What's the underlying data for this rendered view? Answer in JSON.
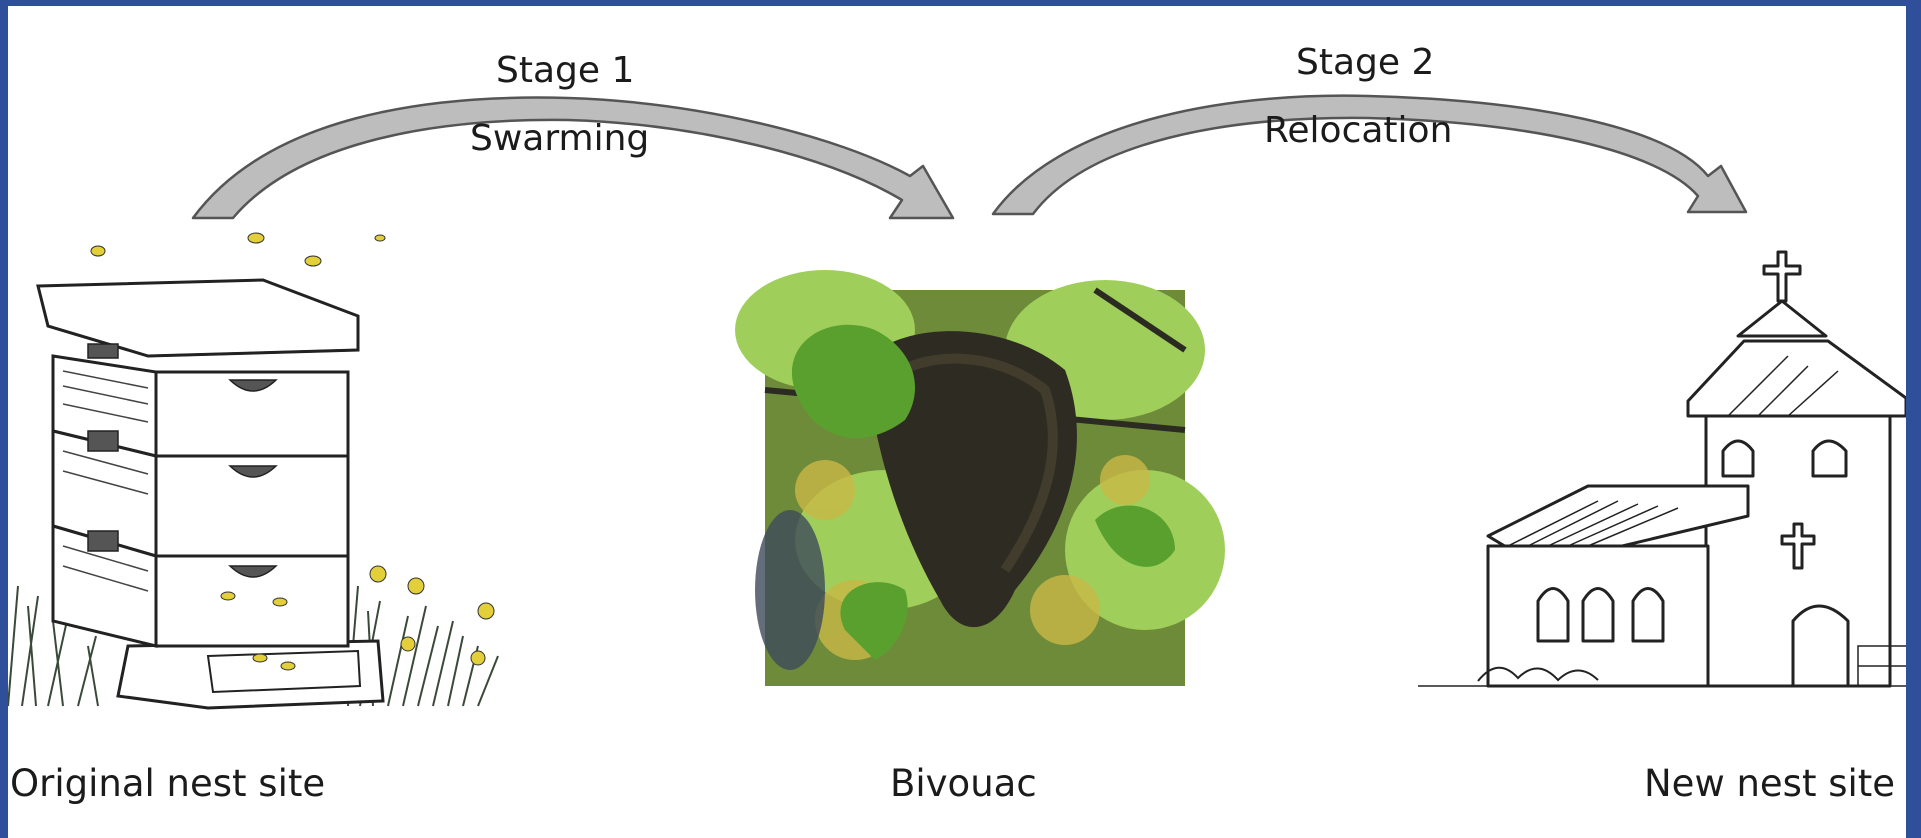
{
  "stages": [
    {
      "title": "Stage 1",
      "subtitle": "Swarming"
    },
    {
      "title": "Stage 2",
      "subtitle": "Relocation"
    }
  ],
  "sites": {
    "original": "Original nest site",
    "bivouac": "Bivouac",
    "new": "New nest site"
  },
  "icons": {
    "hive": "beehive-icon",
    "swarm": "bee-swarm-photo",
    "church": "church-icon",
    "arrow": "curved-arrow-icon"
  },
  "colors": {
    "background": "#2f4f9a",
    "panel": "#ffffff",
    "arrow_fill": "#bdbdbd",
    "arrow_stroke": "#555555",
    "line": "#222222",
    "bee": "#e2cf3a"
  }
}
